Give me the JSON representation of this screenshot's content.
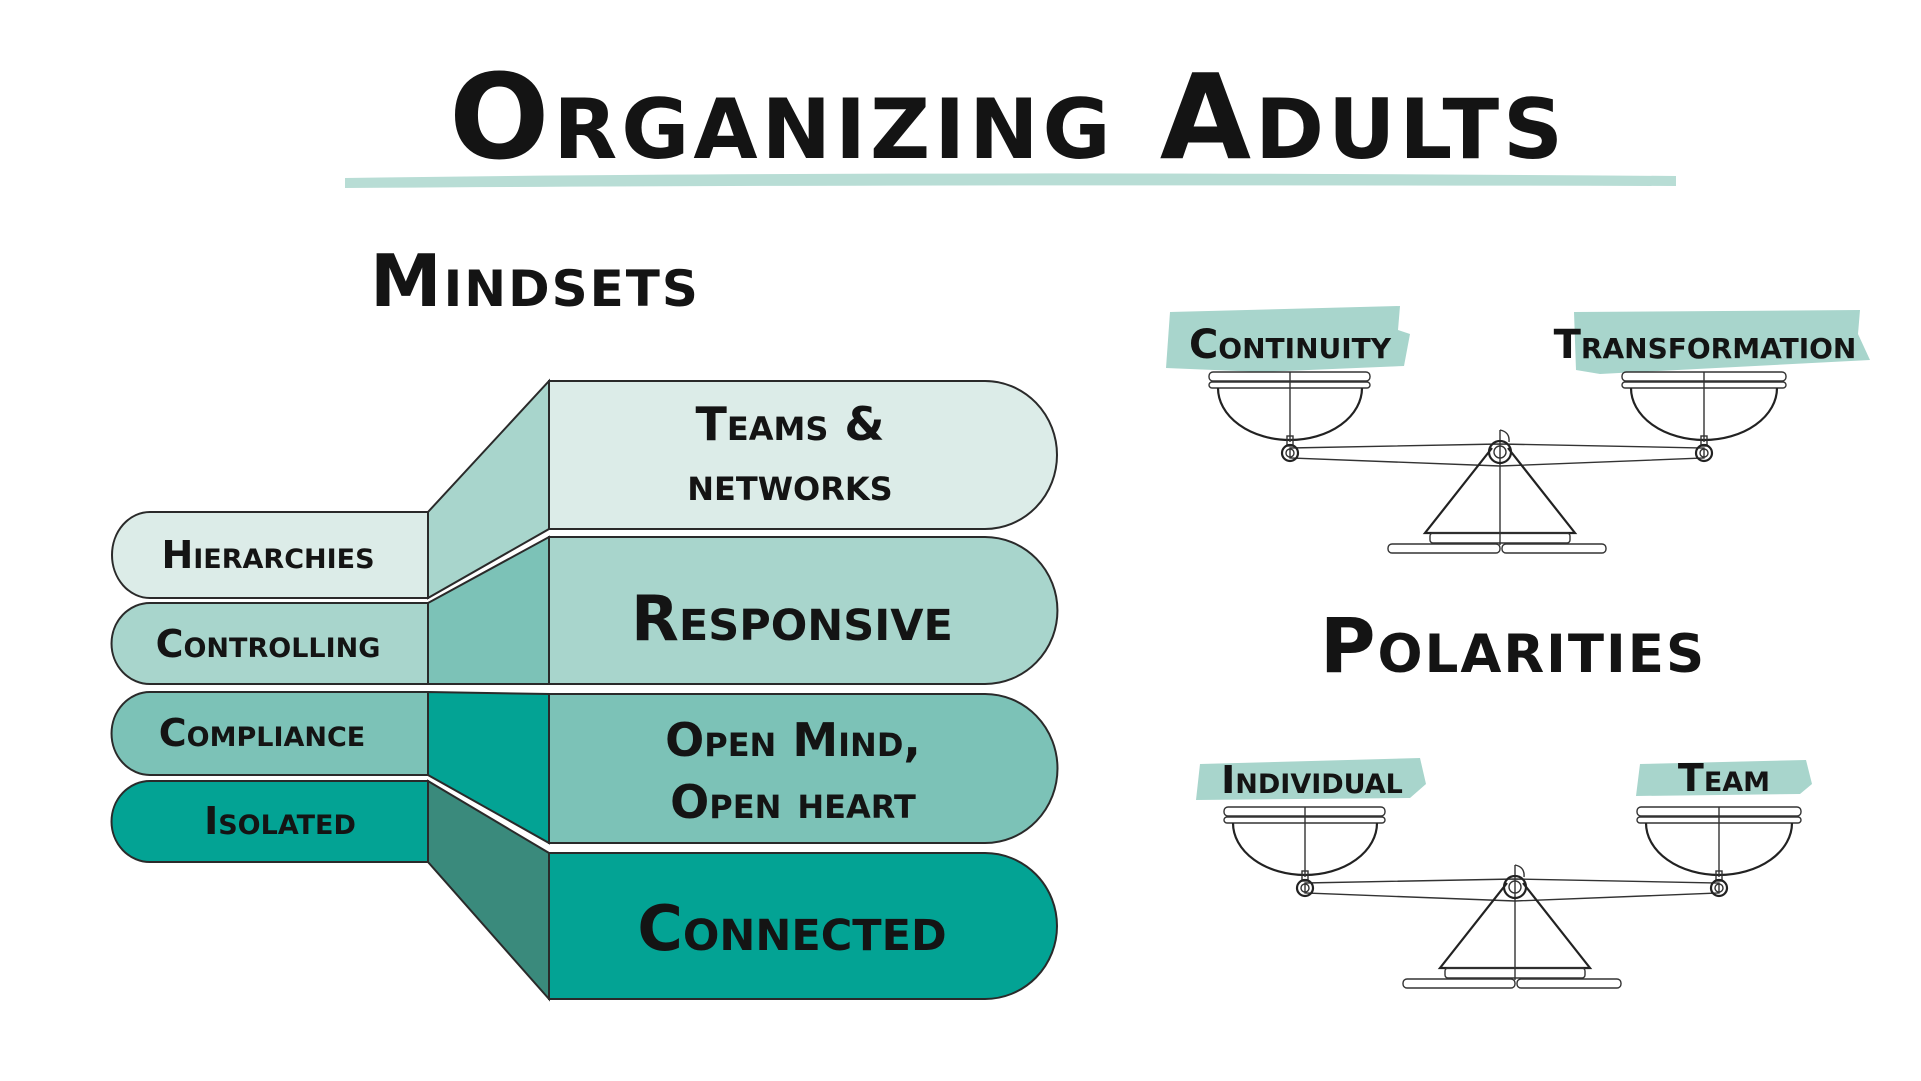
{
  "title": "Organizing Adults",
  "mindsets": {
    "heading": "Mindsets",
    "from": [
      "Hierarchies",
      "Controlling",
      "Compliance",
      "Isolated"
    ],
    "to": [
      {
        "lines": [
          "Teams &",
          "networks"
        ]
      },
      {
        "lines": [
          "Responsive"
        ]
      },
      {
        "lines": [
          "Open Mind,",
          "Open heart"
        ]
      },
      {
        "lines": [
          "Connected"
        ]
      }
    ]
  },
  "polarities": {
    "heading": "Polarities",
    "pairs": [
      {
        "left": "Continuity",
        "right": "Transformation"
      },
      {
        "left": "Individual",
        "right": "Team"
      }
    ]
  },
  "colors": {
    "lightest": "#dcece8",
    "light": "#a8d5cc",
    "medium": "#7cc2b7",
    "teal": "#03a394",
    "dark": "#3a8a7c",
    "highlight": "#a8d5cc"
  }
}
